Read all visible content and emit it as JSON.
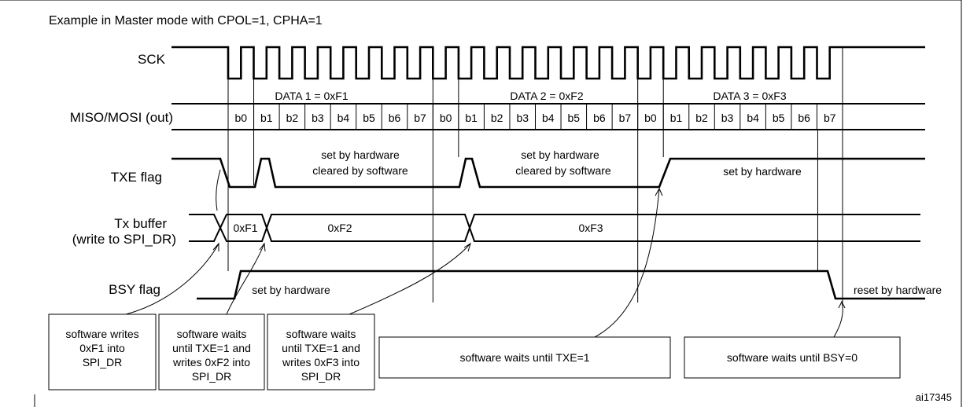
{
  "title": "Example in Master mode with CPOL=1, CPHA=1",
  "signals": {
    "sck": "SCK",
    "miso_mosi": "MISO/MOSI (out)",
    "txe": "TXE flag",
    "tx_buffer_line1": "Tx buffer",
    "tx_buffer_line2": "(write to SPI_DR)",
    "bsy": "BSY flag"
  },
  "data_groups": [
    "DATA 1 = 0xF1",
    "DATA 2 = 0xF2",
    "DATA 3 = 0xF3"
  ],
  "bits": [
    "b0",
    "b1",
    "b2",
    "b3",
    "b4",
    "b5",
    "b6",
    "b7"
  ],
  "txe_annotations": [
    [
      "set by hardware",
      "cleared by software"
    ],
    [
      "set by hardware",
      "cleared by software"
    ],
    [
      "set by hardware"
    ]
  ],
  "tx_buffer_values": [
    "0xF1",
    "0xF2",
    "0xF3"
  ],
  "bsy_annotations": {
    "set": "set by hardware",
    "reset": "reset by hardware"
  },
  "notes": [
    [
      "software writes",
      "0xF1 into",
      "SPI_DR"
    ],
    [
      "software waits",
      "until TXE=1 and",
      "writes 0xF2 into",
      "SPI_DR"
    ],
    [
      "software waits",
      "until TXE=1 and",
      "writes 0xF3 into",
      "SPI_DR"
    ],
    [
      "software waits until TXE=1"
    ],
    [
      "software waits until BSY=0"
    ]
  ],
  "figure_ref": "ai17345"
}
